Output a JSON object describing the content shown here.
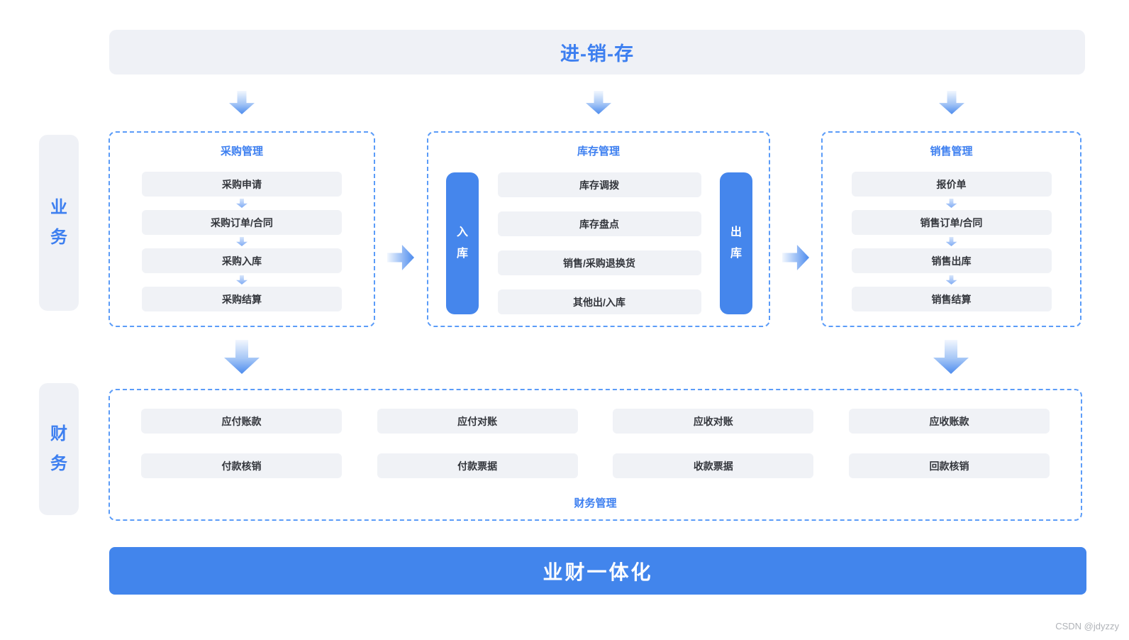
{
  "banners": {
    "top": "进-销-存",
    "bottom": "业财一体化"
  },
  "side_labels": {
    "business": "业务",
    "finance": "财务"
  },
  "sections": {
    "purchase": {
      "title": "采购管理",
      "items": [
        "采购申请",
        "采购订单/合同",
        "采购入库",
        "采购结算"
      ]
    },
    "inventory": {
      "title": "库存管理",
      "inbound_label": "入库",
      "outbound_label": "出库",
      "items": [
        "库存调拨",
        "库存盘点",
        "销售/采购退换货",
        "其他出/入库"
      ]
    },
    "sales": {
      "title": "销售管理",
      "items": [
        "报价单",
        "销售订单/合同",
        "销售出库",
        "销售结算"
      ]
    },
    "finance": {
      "title": "财务管理",
      "rows": [
        [
          "应付账款",
          "应付对账",
          "应收对账",
          "应收账款"
        ],
        [
          "付款核销",
          "付款票据",
          "收款票据",
          "回款核销"
        ]
      ]
    }
  },
  "watermark": "CSDN @jdyzzy",
  "colors": {
    "accent_blue": "#4285EC",
    "title_blue": "#3D7FF0",
    "dashed_border_blue": "#5B9CF8",
    "panel_gray": "#EFF1F6",
    "item_gray": "#F0F2F6",
    "item_text": "#33363C",
    "watermark_gray": "#B0B3B8"
  }
}
